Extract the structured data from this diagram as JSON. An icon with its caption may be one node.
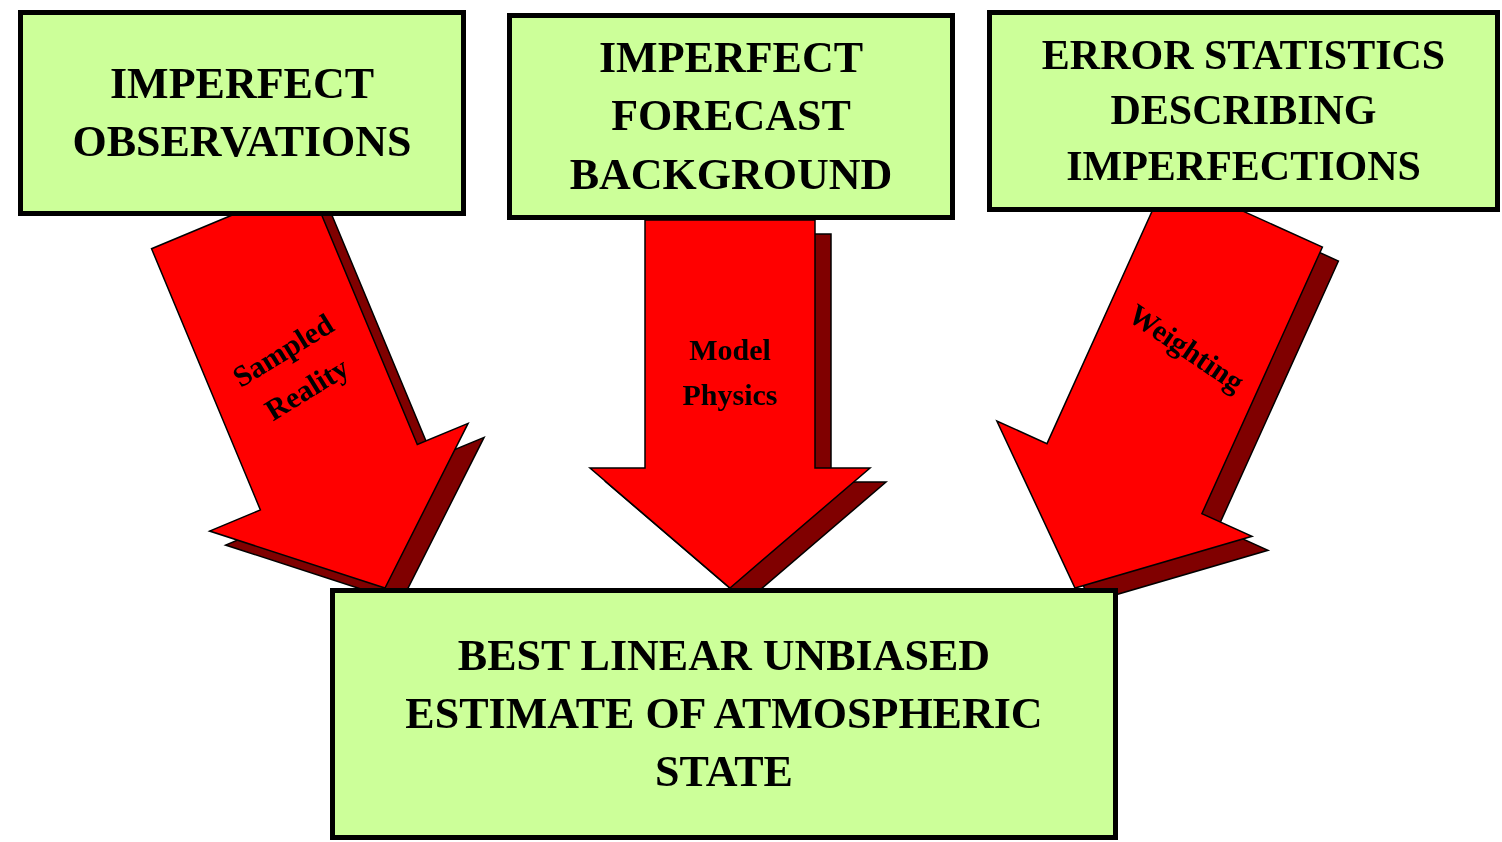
{
  "diagram": {
    "nodes": [
      {
        "text": [
          "IMPERFECT OBSERVATIONS"
        ]
      },
      {
        "text": [
          "IMPERFECT FORECAST BACKGROUND"
        ]
      },
      {
        "text": [
          "ERROR STATISTICS DESCRIBING IMPERFECTIONS"
        ]
      },
      {
        "text": [
          "BEST LINEAR UNBIASED ESTIMATE OF ATMOSPHERIC STATE"
        ]
      }
    ],
    "edges": [
      {
        "from": 0,
        "to": 3,
        "arrow": "to",
        "label": "Sampled Reality"
      },
      {
        "from": 1,
        "to": 3,
        "arrow": "to",
        "label": "Model Physics"
      },
      {
        "from": 2,
        "to": 3,
        "arrow": "to",
        "label": "Weighting"
      }
    ]
  }
}
